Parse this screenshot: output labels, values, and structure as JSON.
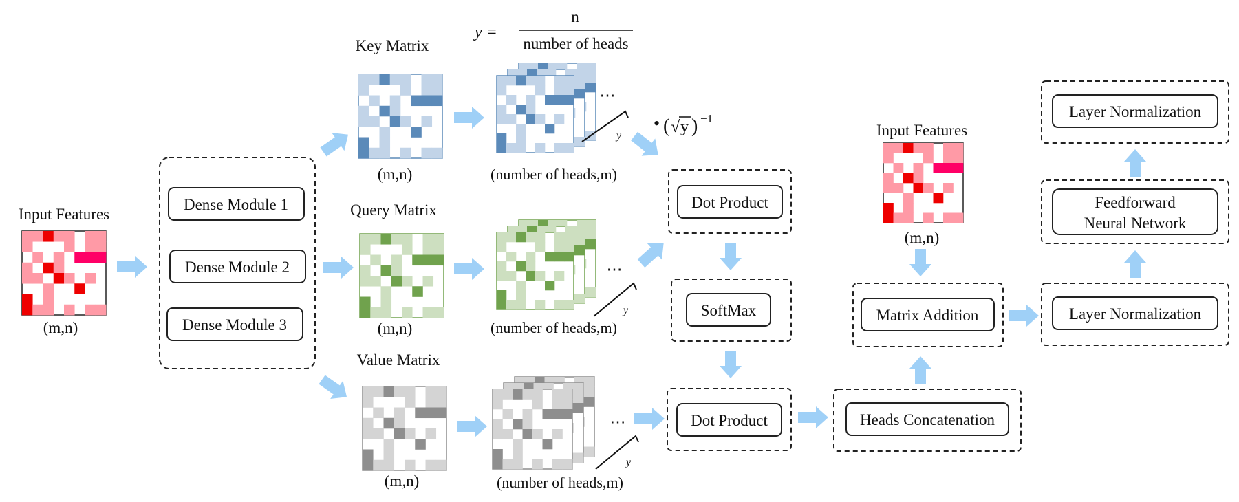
{
  "input_left": {
    "title": "Input Features",
    "shape": "(m,n)"
  },
  "dense_modules": [
    "Dense Module 1",
    "Dense Module 2",
    "Dense Module 3"
  ],
  "matrices": {
    "key": {
      "title": "Key Matrix",
      "shape": "(m,n)",
      "heads_shape": "(number of heads,m)",
      "color": "#5b8ab9",
      "light": "#c2d4e8"
    },
    "query": {
      "title": "Query Matrix",
      "shape": "(m,n)",
      "heads_shape": "(number of heads,m)",
      "color": "#70a24d",
      "light": "#cddfc0"
    },
    "value": {
      "title": "Value Matrix",
      "shape": "(m,n)",
      "heads_shape": "(number of heads,m)",
      "color": "#8e8e8e",
      "light": "#d4d4d4"
    }
  },
  "input_colors": {
    "dark": "#ee0000",
    "pink": "#ff0066",
    "light": "#ff9aa6"
  },
  "formula": {
    "lhs": "y =",
    "numerator": "n",
    "denominator": "number of heads"
  },
  "scale": {
    "prefix": "•",
    "open": "(",
    "root": "√",
    "var": "y",
    "close": ")",
    "exp": "−1"
  },
  "ellipsis": "⋯",
  "brace_label": "y",
  "attention": {
    "dot1": "Dot Product",
    "softmax": "SoftMax",
    "dot2": "Dot Product"
  },
  "concat": "Heads Concatenation",
  "input_right": {
    "title": "Input Features",
    "shape": "(m,n)"
  },
  "matrix_addition": "Matrix Addition",
  "layer_norm_1": "Layer Normalization",
  "ffn": {
    "line1": "Feedforward",
    "line2": "Neural Network"
  },
  "layer_norm_2": "Layer Normalization"
}
